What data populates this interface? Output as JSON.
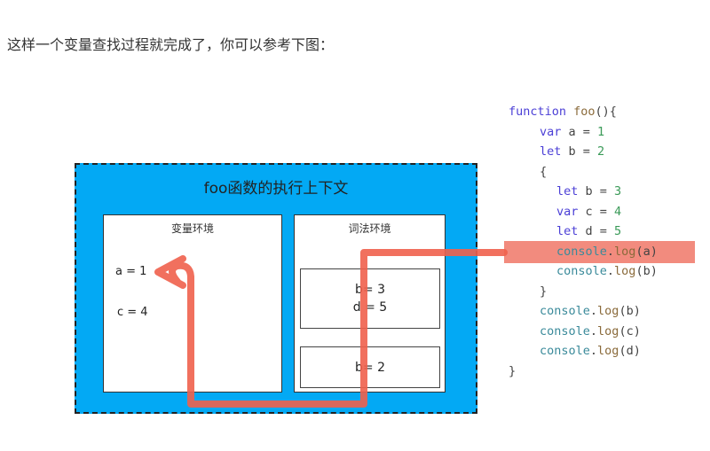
{
  "intro_text": "这样一个变量查找过程就完成了，你可以参考下图：",
  "diagram": {
    "title": "foo函数的执行上下文",
    "variable_env": {
      "title": "变量环境",
      "vars": [
        "a = 1",
        "c = 4"
      ]
    },
    "lexical_env": {
      "title": "词法环境",
      "blocks": [
        [
          "b= 3",
          "d = 5"
        ],
        [
          "b= 2"
        ]
      ]
    },
    "arrow_color": "#f0604d",
    "context_color": "#03a9f4"
  },
  "code": {
    "highlight_color": "#f28b7e",
    "lines": [
      {
        "indent": 0,
        "tokens": [
          [
            "kw",
            "function "
          ],
          [
            "fn",
            "foo"
          ],
          [
            "punc",
            "(){"
          ]
        ]
      },
      {
        "indent": 1,
        "tokens": [
          [
            "kw",
            "var "
          ],
          [
            "punc",
            "a = "
          ],
          [
            "num",
            "1"
          ]
        ]
      },
      {
        "indent": 1,
        "tokens": [
          [
            "kw",
            "let "
          ],
          [
            "punc",
            "b = "
          ],
          [
            "num",
            "2"
          ]
        ]
      },
      {
        "indent": 1,
        "tokens": [
          [
            "punc",
            "{"
          ]
        ]
      },
      {
        "indent": 2,
        "tokens": [
          [
            "kw",
            "let "
          ],
          [
            "punc",
            "b = "
          ],
          [
            "num",
            "3"
          ]
        ]
      },
      {
        "indent": 2,
        "tokens": [
          [
            "kw",
            "var "
          ],
          [
            "punc",
            "c = "
          ],
          [
            "num",
            "4"
          ]
        ]
      },
      {
        "indent": 2,
        "tokens": [
          [
            "kw",
            "let "
          ],
          [
            "punc",
            "d = "
          ],
          [
            "num",
            "5"
          ]
        ]
      },
      {
        "indent": 2,
        "tokens": [
          [
            "obj",
            "console"
          ],
          [
            "punc",
            "."
          ],
          [
            "fn",
            "log"
          ],
          [
            "punc",
            "(a)"
          ]
        ],
        "highlighted": true
      },
      {
        "indent": 2,
        "tokens": [
          [
            "obj",
            "console"
          ],
          [
            "punc",
            "."
          ],
          [
            "fn",
            "log"
          ],
          [
            "punc",
            "(b)"
          ]
        ]
      },
      {
        "indent": 1,
        "tokens": [
          [
            "punc",
            "}"
          ]
        ]
      },
      {
        "indent": 1,
        "tokens": [
          [
            "obj",
            "console"
          ],
          [
            "punc",
            "."
          ],
          [
            "fn",
            "log"
          ],
          [
            "punc",
            "(b)"
          ]
        ]
      },
      {
        "indent": 1,
        "tokens": [
          [
            "obj",
            "console"
          ],
          [
            "punc",
            "."
          ],
          [
            "fn",
            "log"
          ],
          [
            "punc",
            "(c)"
          ]
        ]
      },
      {
        "indent": 1,
        "tokens": [
          [
            "obj",
            "console"
          ],
          [
            "punc",
            "."
          ],
          [
            "fn",
            "log"
          ],
          [
            "punc",
            "(d)"
          ]
        ]
      },
      {
        "indent": 0,
        "tokens": [
          [
            "punc",
            "}"
          ]
        ]
      }
    ]
  }
}
